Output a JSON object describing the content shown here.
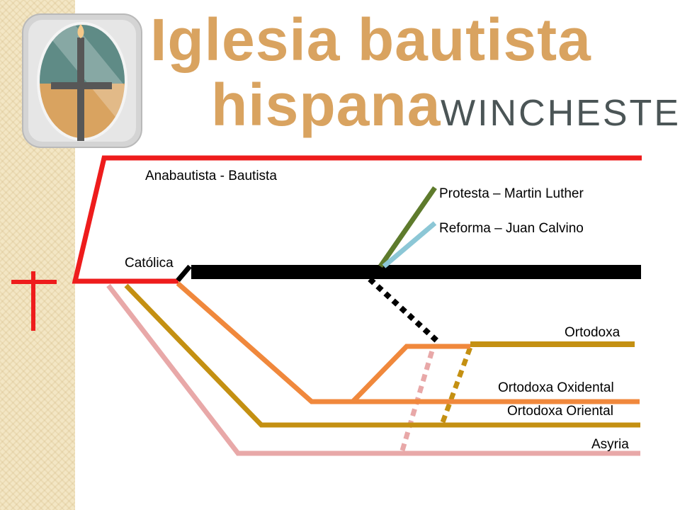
{
  "header": {
    "title_line1": "Iglesia bautista",
    "title_line2": "hispana",
    "title_line3": "WINCHESTER"
  },
  "colors": {
    "anabaptist": "#ee1c1c",
    "catholic": "#000000",
    "protestant": "#5e7b2c",
    "reformed": "#8cc7d6",
    "orthodox_western": "#f0883c",
    "orthodox_oriental": "#c49012",
    "orthodox": "#c49012",
    "assyrian": "#e8a8a8",
    "title_tan": "#d9a360",
    "title_gray": "#4b5556"
  },
  "diagram": {
    "branches": {
      "anabaptist": "Anabautista - Bautista",
      "protestant": "Protesta – Martin Luther",
      "reformed": "Reforma – Juan Calvino",
      "catholic": "Católica",
      "orthodox": "Ortodoxa",
      "orthodox_western": "Ortodoxa Oxidental",
      "orthodox_oriental": "Ortodoxa Oriental",
      "assyrian": "Asyria"
    }
  }
}
